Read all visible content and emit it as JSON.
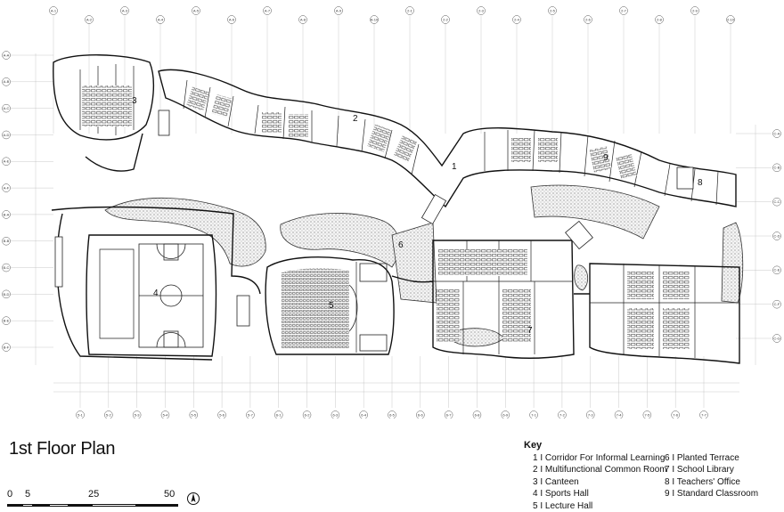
{
  "title": "1st Floor Plan",
  "scale_bar": {
    "labels": [
      "0",
      "5",
      "25",
      "50"
    ]
  },
  "key": {
    "heading": "Key",
    "items": [
      {
        "num": "1",
        "sep": "I",
        "label": "Corridor For Informal Learning"
      },
      {
        "num": "2",
        "sep": "I",
        "label": "Multifunctional Common Room"
      },
      {
        "num": "3",
        "sep": "I",
        "label": "Canteen"
      },
      {
        "num": "4",
        "sep": "I",
        "label": "Sports Hall"
      },
      {
        "num": "5",
        "sep": "I",
        "label": "Lecture Hall"
      },
      {
        "num": "6",
        "sep": "I",
        "label": "Planted Terrace"
      },
      {
        "num": "7",
        "sep": "I",
        "label": "School Library"
      },
      {
        "num": "8",
        "sep": "I",
        "label": "Teachers' Office"
      },
      {
        "num": "9",
        "sep": "I",
        "label": "Standard Classroom"
      }
    ]
  },
  "plan": {
    "room_numbers": [
      "1",
      "2",
      "3",
      "4",
      "5",
      "6",
      "7",
      "8",
      "9"
    ],
    "grid_labels_top": [
      "A-1",
      "A-2",
      "A-3",
      "A-4",
      "A-5",
      "A-6",
      "A-7",
      "A-8",
      "A-9",
      "A-10",
      "2-1",
      "2-2",
      "2-3",
      "2-4",
      "2-5",
      "2-6",
      "2-7",
      "2-8",
      "2-9",
      "2-10"
    ],
    "grid_labels_bottom": [
      "5-1",
      "5-2",
      "5-3",
      "5-4",
      "5-5",
      "5-6",
      "5-7",
      "6-1",
      "6-2",
      "6-3",
      "6-4",
      "6-5",
      "6-6",
      "6-7",
      "6-8",
      "6-9",
      "7-1",
      "7-2",
      "7-3",
      "7-4",
      "7-5",
      "7-6",
      "7-7"
    ],
    "grid_labels_left": [
      "A-A",
      "A-B",
      "A-C",
      "A-D",
      "A-E",
      "A-F",
      "B-A",
      "B-B",
      "B-C",
      "B-D",
      "B-E",
      "B-F"
    ],
    "grid_labels_right": [
      "C-A",
      "C-B",
      "C-C",
      "C-D",
      "C-E",
      "C-F",
      "C-G"
    ]
  }
}
